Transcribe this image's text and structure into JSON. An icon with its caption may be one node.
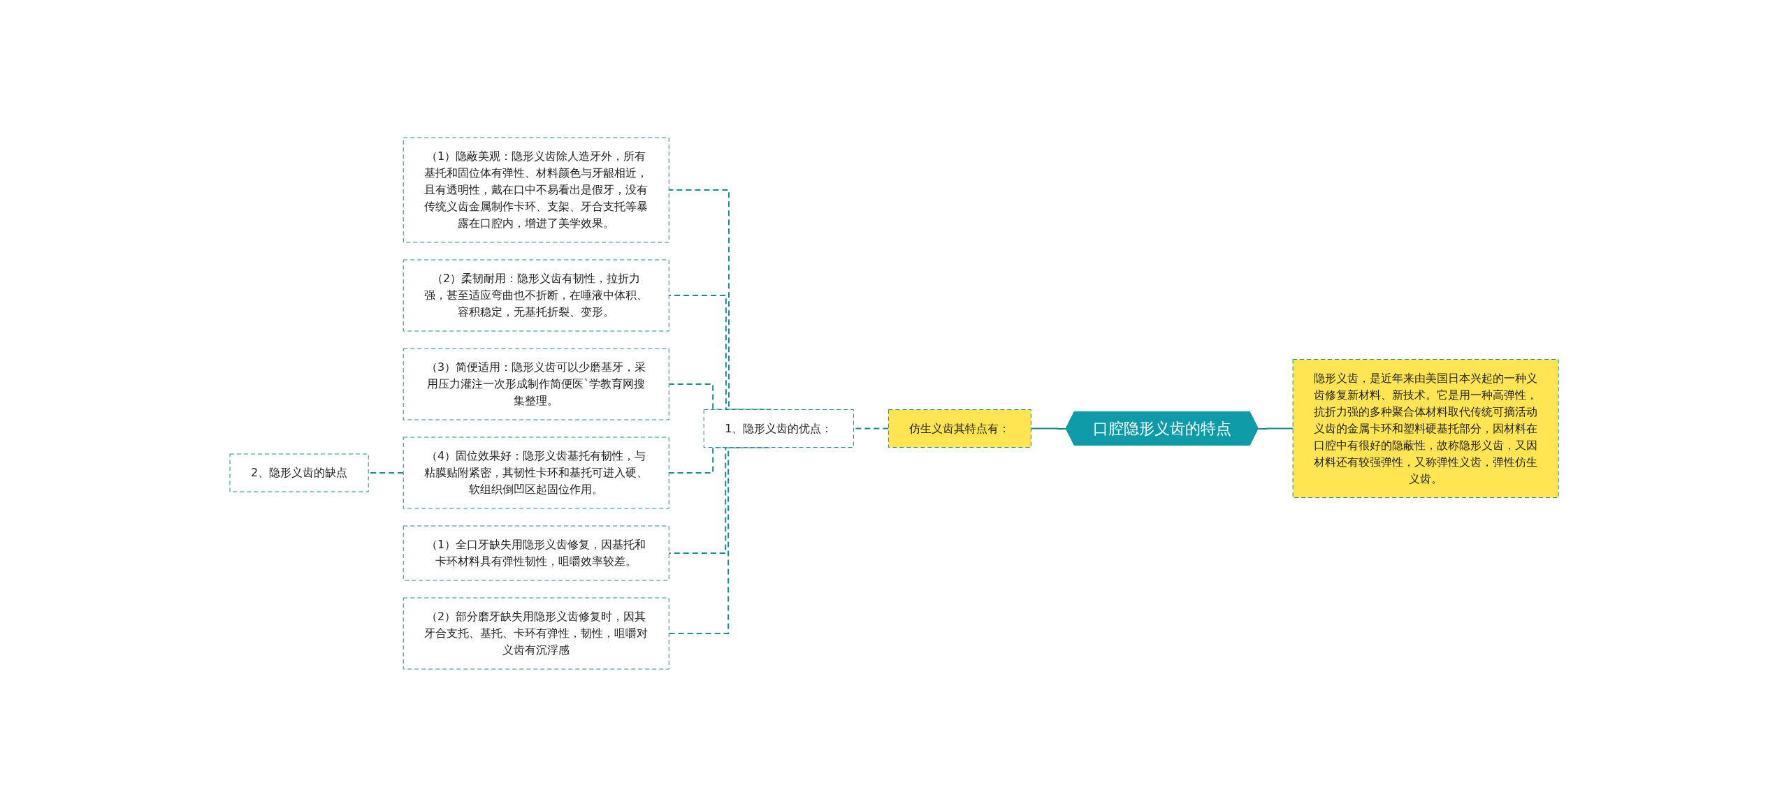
{
  "diagram": {
    "nodes": [
      {
        "text": [
          "口腔隐形义齿的特点"
        ]
      },
      {
        "text": [
          "隐形义齿，是近年来由美国日本兴起的一种义齿修复新材料、新技术。它是用一种高弹性，抗折力强的多种聚合体材料取代传统可摘活动义齿的金属卡环和塑料硬基托部分，因材料在口腔中有很好的隐蔽性，故称隐形义齿，又因材料还有较强弹性，又称弹性义齿，弹性仿生义齿。"
        ]
      },
      {
        "text": [
          "仿生义齿其特点有："
        ]
      },
      {
        "text": [
          "1、隐形义齿的优点："
        ]
      },
      {
        "text": [
          "（1）隐蔽美观：隐形义齿除人造牙外，所有基托和固位体有弹性、材料颜色与牙龈相近，且有透明性，戴在口中不易看出是假牙，没有传统义齿金属制作卡环、支架、牙合支托等暴露在口腔内，增进了美学效果。"
        ]
      },
      {
        "text": [
          "（2）柔韧耐用：隐形义齿有韧性，拉折力强，甚至适应弯曲也不折断，在唾液中体积、容积稳定，无基托折裂、变形。"
        ]
      },
      {
        "text": [
          "（3）简便适用：隐形义齿可以少磨基牙，采用压力灌注一次形成制作简便医`学教育网搜集整理。"
        ]
      },
      {
        "text": [
          "（4）固位效果好：隐形义齿基托有韧性，与粘膜贴附紧密，其韧性卡环和基托可进入硬、软组织倒凹区起固位作用。"
        ]
      },
      {
        "text": [
          "（1）全口牙缺失用隐形义齿修复，因基托和卡环材料具有弹性韧性，咀嚼效率较差。"
        ]
      },
      {
        "text": [
          "（2）部分磨牙缺失用隐形义齿修复时，因其牙合支托、基托、卡环有弹性，韧性，咀嚼对义齿有沉浮感"
        ]
      },
      {
        "text": [
          "2、隐形义齿的缺点"
        ]
      }
    ],
    "edges": [
      {
        "from": 0,
        "to": 1,
        "arrow": "none"
      },
      {
        "from": 0,
        "to": 2,
        "arrow": "none"
      },
      {
        "from": 2,
        "to": 3,
        "arrow": "none",
        "style": "dashed"
      },
      {
        "from": 3,
        "to": 4,
        "arrow": "none",
        "style": "dashed"
      },
      {
        "from": 3,
        "to": 5,
        "arrow": "none",
        "style": "dashed"
      },
      {
        "from": 3,
        "to": 6,
        "arrow": "none",
        "style": "dashed"
      },
      {
        "from": 3,
        "to": 7,
        "arrow": "none",
        "style": "dashed"
      },
      {
        "from": 3,
        "to": 8,
        "arrow": "none",
        "style": "dashed"
      },
      {
        "from": 3,
        "to": 9,
        "arrow": "none",
        "style": "dashed"
      },
      {
        "from": 7,
        "to": 10,
        "arrow": "none",
        "style": "dashed"
      }
    ]
  }
}
